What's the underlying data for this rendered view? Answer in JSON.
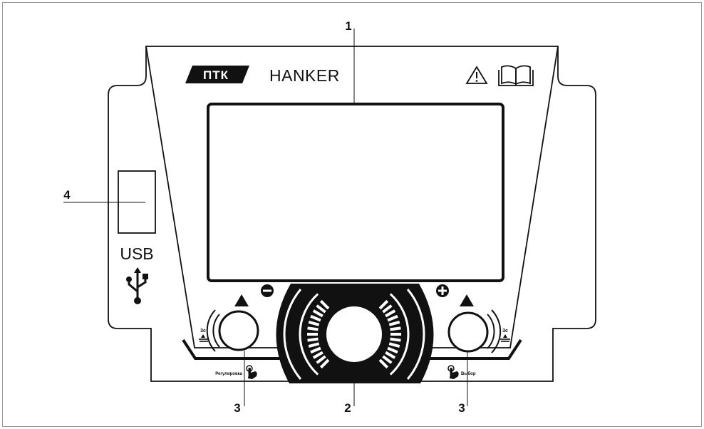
{
  "brand": {
    "logo": "ПТК",
    "model": "HANKER"
  },
  "callouts": {
    "display": "1",
    "encoder": "2",
    "button_left": "3",
    "button_right": "3",
    "usb_port": "4"
  },
  "usb": {
    "label": "USB",
    "icon": "usb-trident-icon"
  },
  "buttons": {
    "left_caption": "Регулировка",
    "right_caption": "Выбор",
    "hold_time": "3с"
  },
  "icons": {
    "warning": "warning-triangle-icon",
    "manual": "open-book-icon",
    "minus": "minus-circle-icon",
    "plus": "plus-circle-icon",
    "hand": "hand-press-icon"
  },
  "colors": {
    "line": "#111111",
    "frame": "#9a9a9a",
    "background": "#ffffff"
  }
}
